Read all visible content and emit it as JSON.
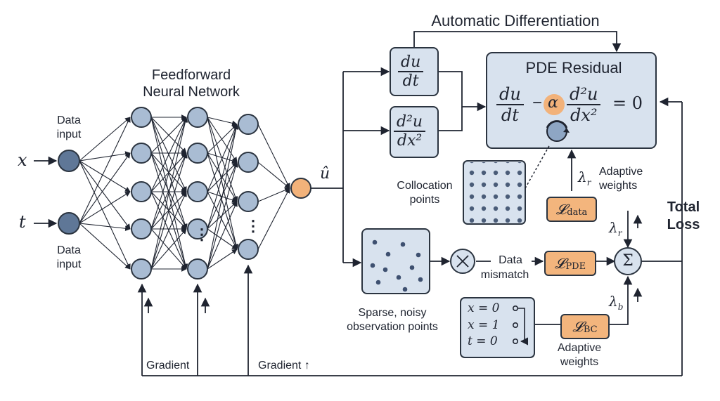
{
  "title": "Automatic Differentiation",
  "network": {
    "title_line1": "Feedforward",
    "title_line2": "Neural Network",
    "ellipsis": "⋮"
  },
  "inputs": {
    "x": "x",
    "t": "t",
    "x_label_line1": "Data",
    "x_label_line2": "input",
    "t_label_line1": "Data",
    "t_label_line2": "input"
  },
  "output": {
    "symbol": "û"
  },
  "derivatives": {
    "du_dt": {
      "num": "du",
      "den": "dt"
    },
    "d2u_dx2": {
      "num": "d²u",
      "den": "dx²"
    }
  },
  "pde": {
    "title": "PDE Residual",
    "eq_term1_num": "du",
    "eq_term1_den": "dt",
    "minus": "−",
    "alpha": "α",
    "eq_term2_num": "d²u",
    "eq_term2_den": "dx²",
    "equals_zero": "= 0"
  },
  "collocation": {
    "label_line1": "Collocation",
    "label_line2": "points"
  },
  "adaptive_top": {
    "lambda": "λ",
    "lambda_sub": "r",
    "label_line1": "Adaptive",
    "label_line2": "weights"
  },
  "losses": {
    "data": {
      "symbol": "𝓛",
      "sub": "data"
    },
    "pde": {
      "symbol": "𝓛",
      "sub": "PDE"
    },
    "bc": {
      "symbol": "𝓛",
      "sub": "BC"
    }
  },
  "sum": {
    "lambda_r": "λ",
    "lambda_r_sub": "r",
    "lambda_b": "λ",
    "lambda_b_sub": "b",
    "symbol": "Σ",
    "arrow": "↑"
  },
  "total_loss": {
    "line1": "Total",
    "line2": "Loss"
  },
  "observation": {
    "label_line1": "Sparse, noisy",
    "label_line2": "observation points",
    "multiply": "⊗",
    "mismatch_line1": "Data",
    "mismatch_line2": "mismatch"
  },
  "boundary": {
    "row1": "x = 0",
    "row2": "x = 1",
    "row3": "t = 0"
  },
  "adaptive_bottom": {
    "label_line1": "Adaptive",
    "label_line2": "weights"
  },
  "gradient": {
    "label1": "Gradient",
    "label2": "Gradient",
    "arrow": "↑"
  },
  "colors": {
    "neuron": "#a9bcd3",
    "input_neuron": "#5f7797",
    "output_neuron": "#f2b27a",
    "box_fill": "#d8e2ee",
    "loss_fill": "#f3b57d",
    "line": "#1f2430"
  }
}
